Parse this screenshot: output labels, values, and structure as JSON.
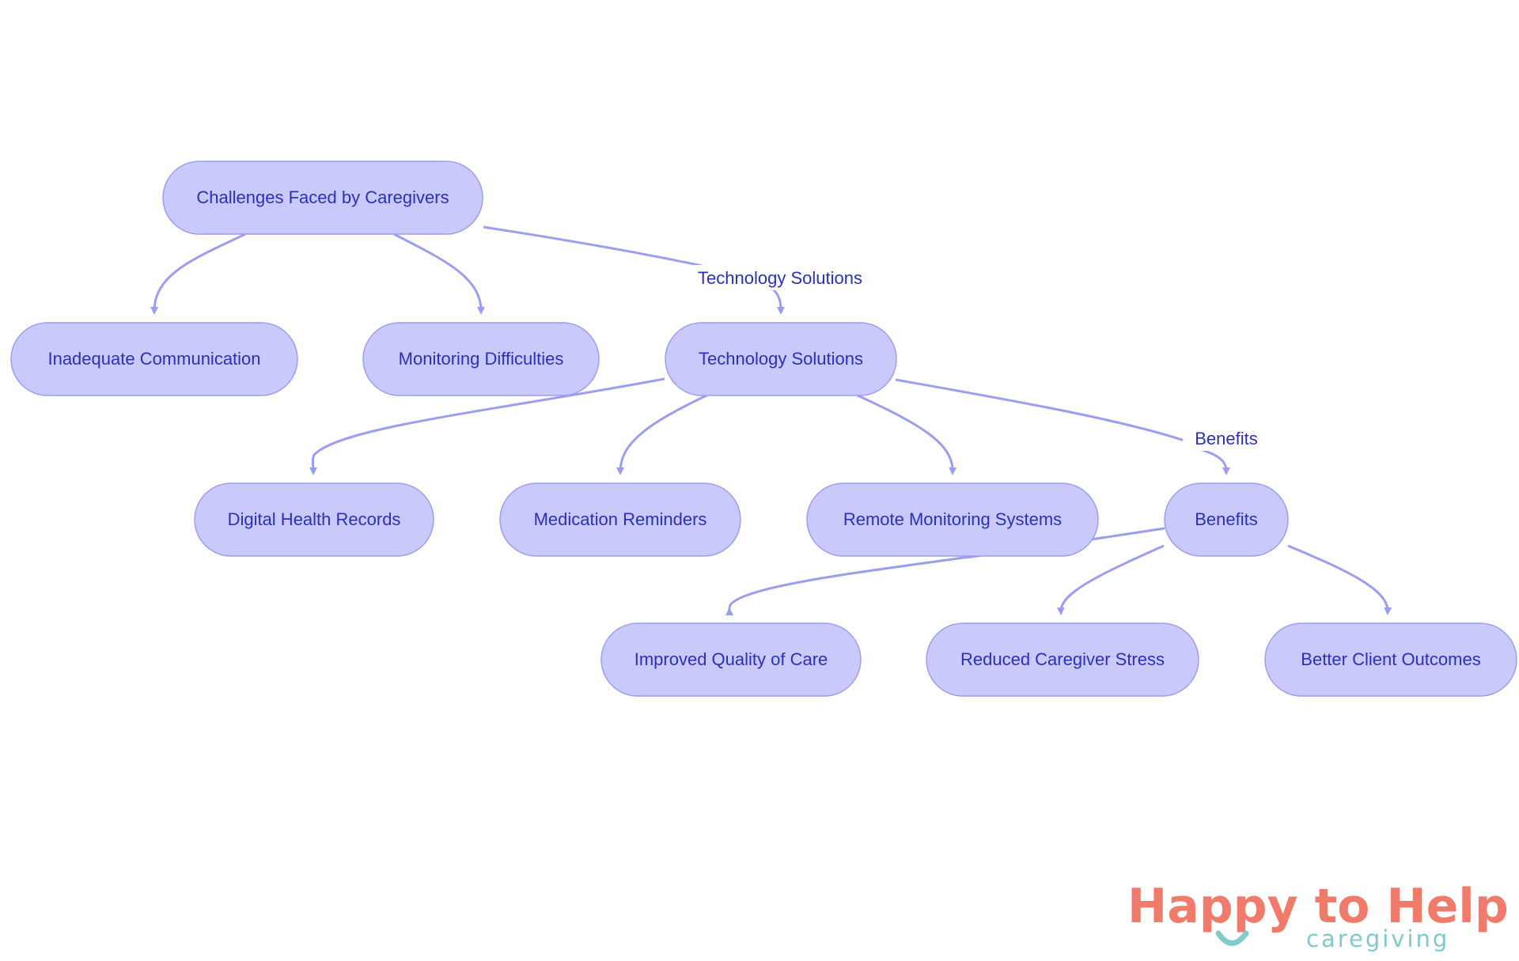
{
  "diagram": {
    "nodes": {
      "challenges": "Challenges Faced by Caregivers",
      "inadequate": "Inadequate Communication",
      "monitoring": "Monitoring Difficulties",
      "technology": "Technology Solutions",
      "digital": "Digital Health Records",
      "medication": "Medication Reminders",
      "remote": "Remote Monitoring Systems",
      "benefits": "Benefits",
      "quality": "Improved Quality of Care",
      "stress": "Reduced Caregiver Stress",
      "outcomes": "Better Client Outcomes"
    },
    "edge_labels": {
      "challenges_to_technology": "Technology Solutions",
      "technology_to_benefits": "Benefits"
    }
  },
  "logo": {
    "brand_happy": "Happy",
    "brand_rest": " to Help",
    "tagline": "caregiving"
  },
  "colors": {
    "node_fill": "#c9cafb",
    "node_stroke": "#9b9ef0",
    "text": "#2b2fc0",
    "edge": "#9b9ef0",
    "logo_coral": "#f07b6b",
    "logo_teal": "#7fcaca"
  }
}
